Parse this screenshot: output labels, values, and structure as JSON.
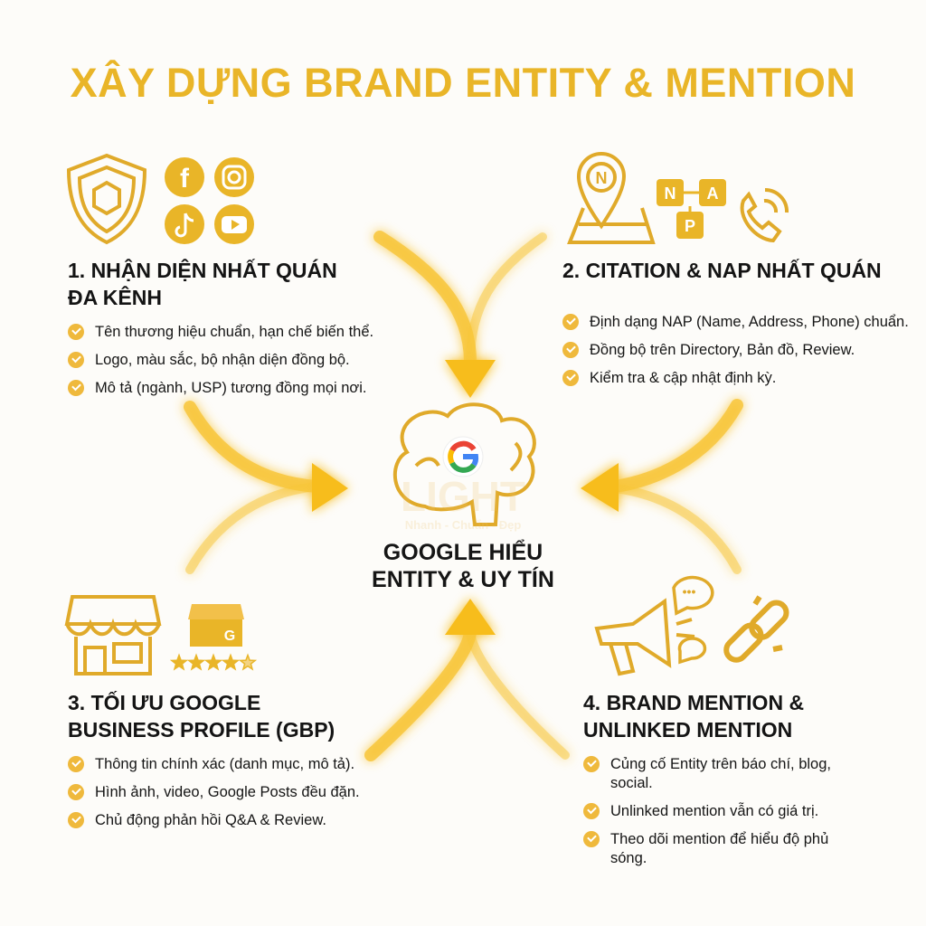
{
  "title": "XÂY DỰNG BRAND ENTITY & MENTION",
  "center": {
    "line1": "GOOGLE HIỂU",
    "line2": "ENTITY & UY TÍN",
    "icon": "brain-with-google-logo-icon"
  },
  "watermark": {
    "brand": "LIGHT",
    "tagline": "Nhanh - Chuẩn - Đẹp"
  },
  "sections": [
    {
      "heading_line1": "1. NHẬN DIỆN NHẤT QUÁN",
      "heading_line2": "ĐA KÊNH",
      "icons": [
        "shield-logo-icon",
        "facebook-icon",
        "instagram-icon",
        "tiktok-icon",
        "youtube-icon"
      ],
      "bullets": [
        "Tên thương hiệu chuẩn, hạn chế biến thể.",
        "Logo, màu sắc, bộ nhận diện đồng bộ.",
        "Mô tả (ngành, USP) tương đồng mọi nơi."
      ]
    },
    {
      "heading_line1": "2. CITATION & NAP NHẤT QUÁN",
      "icons": [
        "map-pin-icon",
        "nap-blocks-icon",
        "phone-icon"
      ],
      "nap_letters": [
        "N",
        "A",
        "P"
      ],
      "pin_letter": "N",
      "bullets": [
        "Định dạng NAP (Name, Address, Phone) chuẩn.",
        "Đồng bộ trên Directory, Bản đồ, Review.",
        "Kiểm tra & cập nhật định kỳ."
      ]
    },
    {
      "heading_line1": "3. TỐI ƯU GOOGLE",
      "heading_line2": "BUSINESS PROFILE (GBP)",
      "icons": [
        "storefront-icon",
        "google-business-icon",
        "star-rating-icon"
      ],
      "rating": 4.5,
      "bullets": [
        "Thông tin chính xác (danh mục, mô tả).",
        "Hình ảnh, video, Google Posts đều đặn.",
        "Chủ động phản hồi Q&A & Review."
      ]
    },
    {
      "heading_line1": "4. BRAND MENTION &",
      "heading_line2": "UNLINKED MENTION",
      "icons": [
        "megaphone-icon",
        "chat-bubble-icon",
        "link-chain-icon"
      ],
      "bullets": [
        "Củng cố Entity trên báo chí, blog, social.",
        "Unlinked mention vẫn có giá trị.",
        "Theo dõi mention để hiểu độ phủ sóng."
      ]
    }
  ],
  "colors": {
    "accent": "#e9b528",
    "check": "#efb93c",
    "text": "#151515",
    "icon_stroke": "#e0aa2a"
  }
}
